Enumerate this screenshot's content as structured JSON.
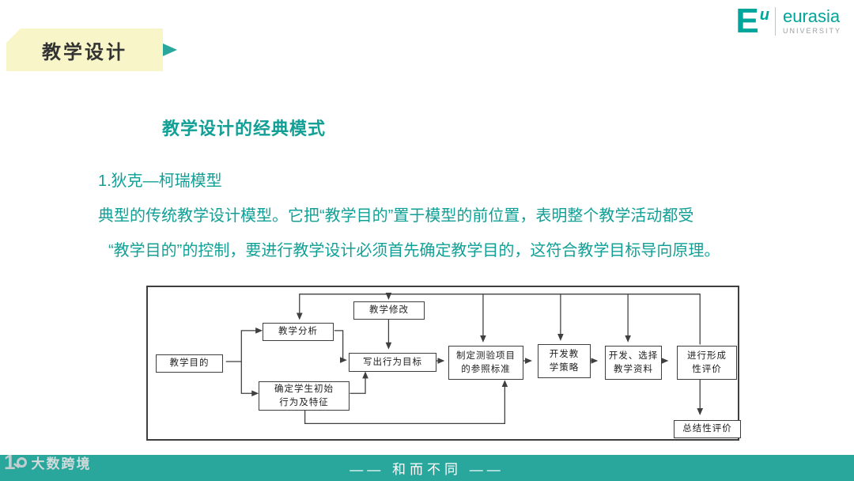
{
  "colors": {
    "brand_teal": "#2aa79c",
    "text_teal": "#12a096",
    "banner_yellow": "#f8f6c8",
    "flow_line": "#3f3f3f",
    "footer_bg": "#2aa79c"
  },
  "banner": {
    "label": "教学设计"
  },
  "logo": {
    "mark": "E",
    "mark_sup": "u",
    "name": "eurasia",
    "subtitle": "UNIVERSITY"
  },
  "content": {
    "section_title": "教学设计的经典模式",
    "model_name": "1.狄克—柯瑞模型",
    "body_line1": "典型的传统教学设计模型。它把“教学目的”置于模型的前位置，表明整个教学活动都受",
    "body_line2": "“教学目的”的控制，要进行教学设计必须首先确定教学目的，这符合教学目标导向原理。"
  },
  "flowchart": {
    "nodes": [
      {
        "label": "教学目的"
      },
      {
        "label": "教学分析"
      },
      {
        "label": "教学修改"
      },
      {
        "label": "写出行为目标"
      },
      {
        "label": "确定学生初始\n行为及特征"
      },
      {
        "label": "制定测验项目\n的参照标准"
      },
      {
        "label": "开发教\n学策略"
      },
      {
        "label": "开发、选择\n教学资料"
      },
      {
        "label": "进行形成\n性评价"
      },
      {
        "label": "总结性评价"
      }
    ]
  },
  "footer": {
    "slogan": "—— 和而不同 ——"
  },
  "watermark": {
    "logo_digit": "1",
    "name": "大数跨境"
  }
}
